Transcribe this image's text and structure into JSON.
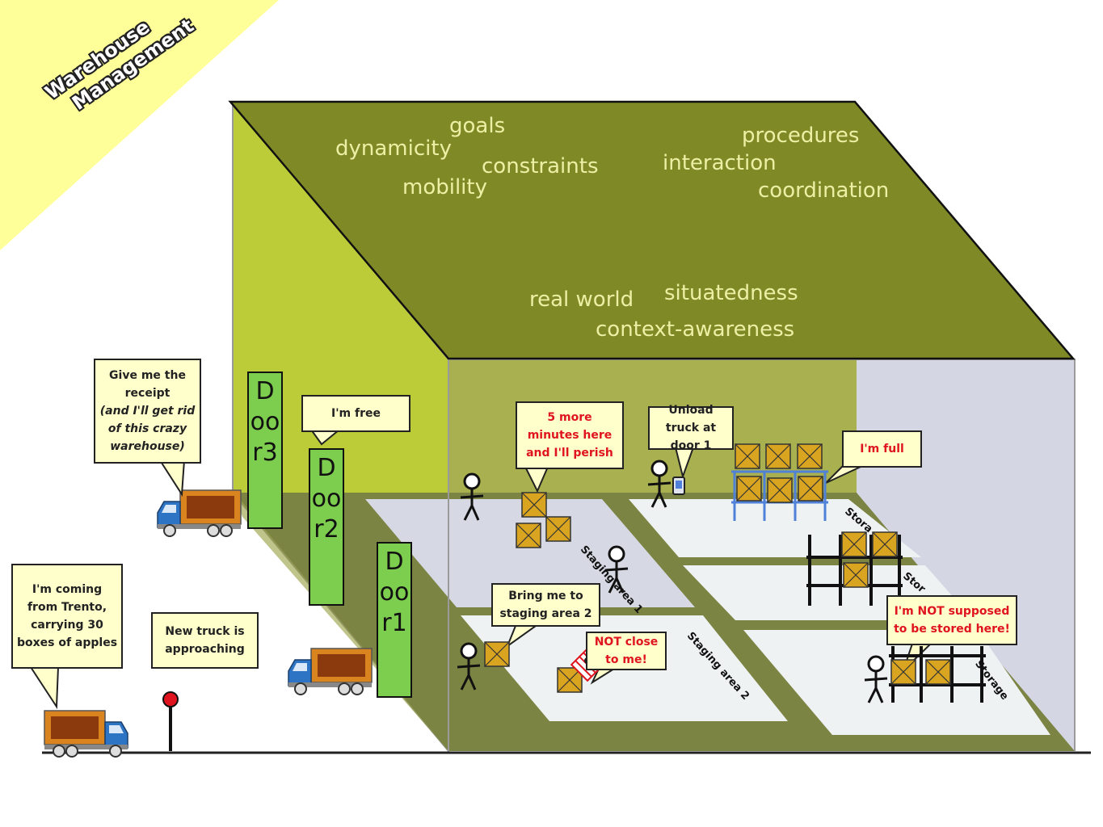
{
  "title": {
    "line1": "Warehouse",
    "line2": "Management"
  },
  "roof_keywords": [
    "goals",
    "dynamicity",
    "constraints",
    "mobility",
    "procedures",
    "interaction",
    "coordination",
    "real world",
    "situatedness",
    "context-awareness"
  ],
  "doors": {
    "door1": "Door1",
    "door2": "Door2",
    "door3": "Door3"
  },
  "areas": {
    "staging1": "Staging area 1",
    "staging2": "Staging area 2",
    "storage_top": "Stora",
    "storage_mid": "Stor",
    "storage_bottom": "Storage"
  },
  "callouts": {
    "receipt_part1": "Give me the receipt",
    "receipt_part2": "(and I'll get rid of this crazy warehouse)",
    "free": "I'm free",
    "trento": "I'm coming from Trento, carrying 30 boxes of apples",
    "new_truck": "New truck is approaching",
    "perish": "5 more minutes here and I'll perish",
    "unload": "Unload truck at door 1",
    "full": "I'm full",
    "bring": "Bring me to staging area 2",
    "not_close": "NOT close to me!",
    "not_supposed": "I'm NOT supposed to be stored here!"
  },
  "colors": {
    "roof": "#7f8a27",
    "left_wall": "#bccb38",
    "back_wall": "#a8b04f",
    "right_wall": "#d4d6e4",
    "floor_dark": "#7c8444",
    "floor_zone": "#eef2f2",
    "staging1_zone": "#d6d9e3",
    "door": "#7dcd4e",
    "callout_fill": "#ffffcc",
    "alert_text": "#e0141e",
    "keyword": "#ecefa4",
    "corner_band": "#ffff99",
    "box_fill": "#d9a521",
    "truck_cab": "#2e74c4",
    "truck_cargo": "#d9841f",
    "rack_blue": "#4f81d8"
  }
}
